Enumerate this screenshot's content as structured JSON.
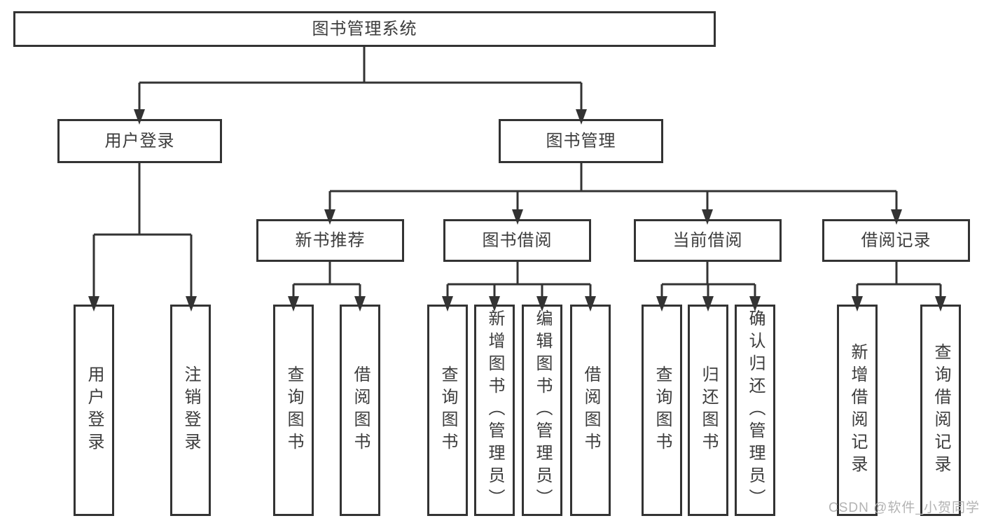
{
  "diagram": {
    "root": "图书管理系统",
    "level2": [
      "用户登录",
      "图书管理"
    ],
    "level3": [
      "新书推荐",
      "图书借阅",
      "当前借阅",
      "借阅记录"
    ],
    "leaves": {
      "user_login": [
        "用户登录",
        "注销登录"
      ],
      "new_book_recommend": [
        "查询图书",
        "借阅图书"
      ],
      "book_borrowing": [
        "查询图书",
        "新增图书（管理员）",
        "编辑图书（管理员）",
        "借阅图书"
      ],
      "current_borrowing": [
        "查询图书",
        "归还图书",
        "确认归还（管理员）"
      ],
      "borrowing_records": [
        "新增借阅记录",
        "查询借阅记录"
      ]
    },
    "colors": {
      "line": "#333333",
      "box_border": "#333333",
      "text": "#3c3c3c",
      "watermark": "#b3b3b3"
    }
  },
  "watermark": {
    "text": "CSDN @软件_小贺同学"
  }
}
